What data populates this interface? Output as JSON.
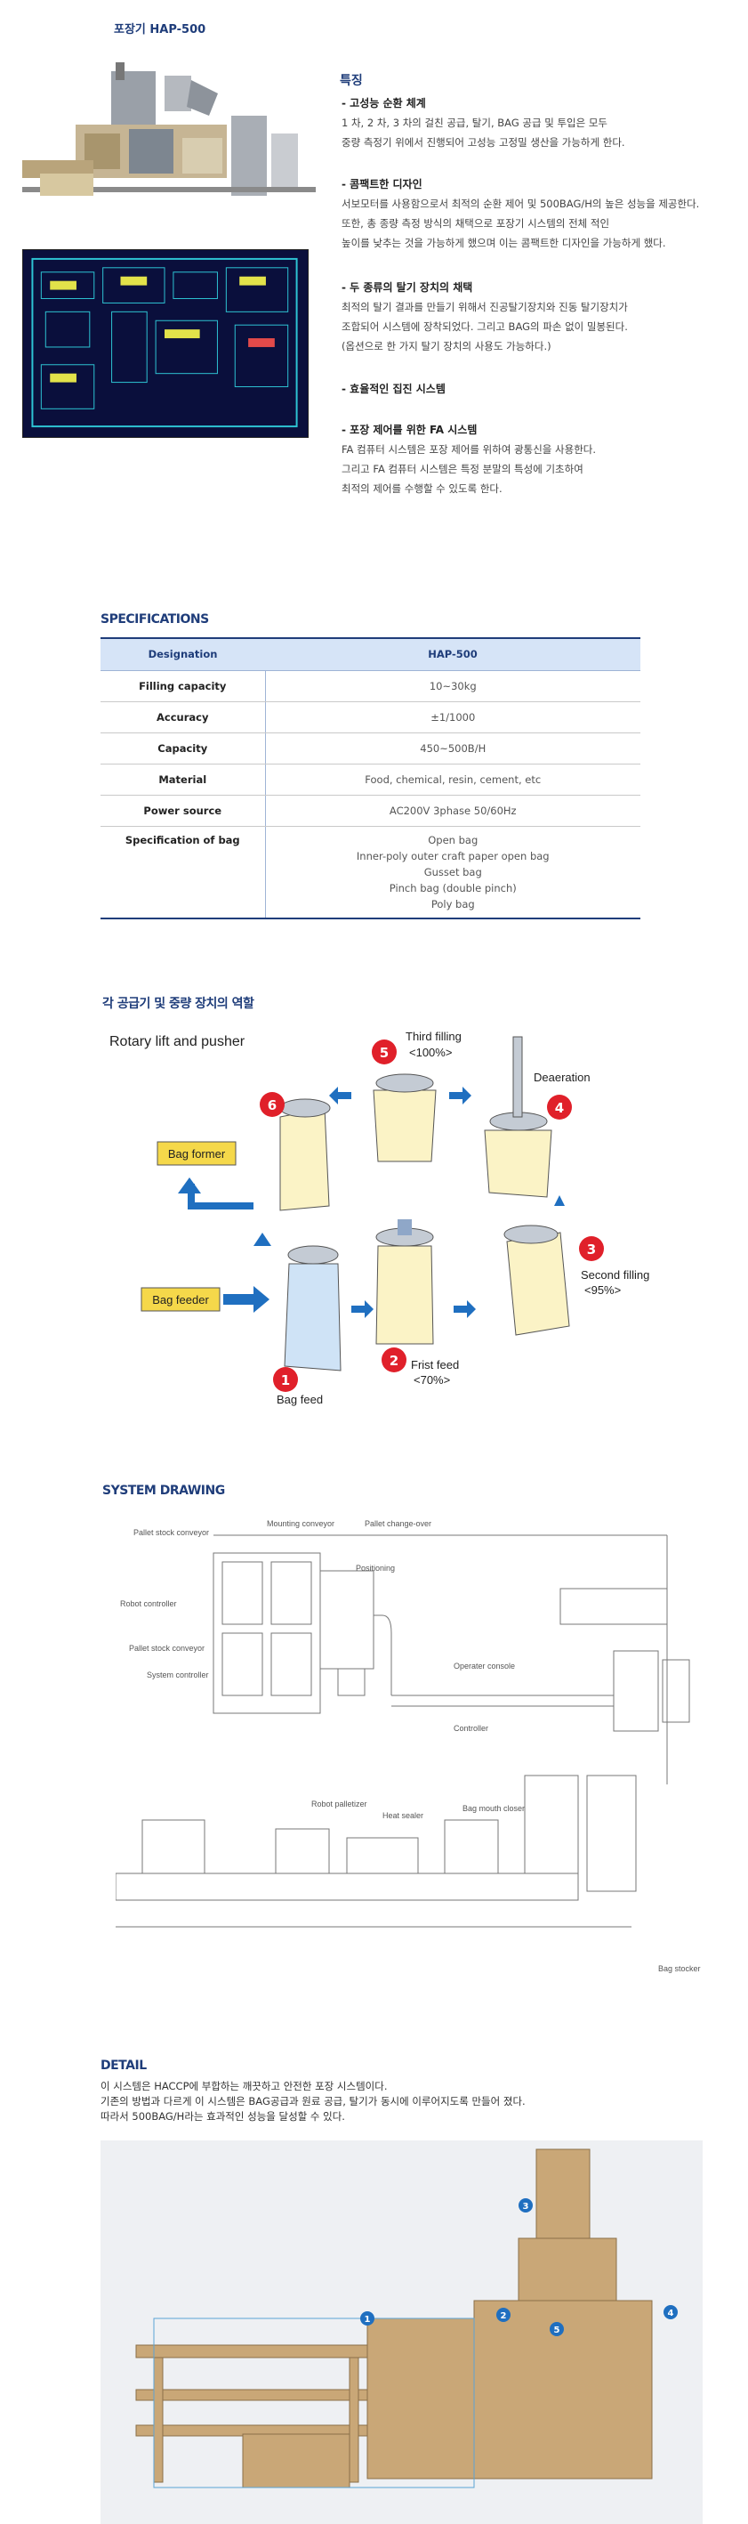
{
  "header": {
    "title": "포장기 HAP-500"
  },
  "features": {
    "title": "특징",
    "items": [
      {
        "head": "- 고성능 순환 체계",
        "lines": [
          "1 차, 2 차, 3 차의 걸친 공급, 탈기, BAG 공급 및 투입은 모두",
          "중량 측정기 위에서 진행되어 고성능 고정밀 생산을 가능하게 한다."
        ]
      },
      {
        "head": "- 콤팩트한 디자인",
        "lines": [
          "서보모터를 사용함으로서 최적의 순환 제어 및 500BAG/H의 높은 성능을 제공한다.",
          "또한, 총 종량 측정 방식의 채택으로 포장기 시스템의 전체 적인",
          "높이를 낮추는 것을 가능하게 했으며 이는 콤팩트한 디자인을 가능하게 했다."
        ]
      },
      {
        "head": "- 두 종류의 탈기 장치의 채택",
        "lines": [
          "최적의 탈기 결과를 만들기 위해서 진공탈기장치와 진동 탈기장치가",
          "조합되어 시스템에 장착되었다. 그리고 BAG의 파손 없이 밀봉된다.",
          "(옵션으로 한 가지 탈기 장치의 사용도 가능하다.)"
        ]
      },
      {
        "head": "- 효율적인 집진 시스템",
        "lines": []
      },
      {
        "head": "- 포장 제어를 위한 FA 시스템",
        "lines": [
          "FA 컴퓨터 시스템은 포장 제어를 위하여 광통신을 사용한다.",
          "그리고 FA 컴퓨터 시스템은 특정 분말의 특성에 기초하여",
          "최적의 제어를 수행할 수 있도록 한다."
        ]
      }
    ]
  },
  "specs": {
    "title": "SPECIFICATIONS",
    "header": [
      "Designation",
      "HAP-500"
    ],
    "rows": [
      [
        "Filling capacity",
        "10~30kg"
      ],
      [
        "Accuracy",
        "±1/1000"
      ],
      [
        "Capacity",
        "450~500B/H"
      ],
      [
        "Material",
        "Food, chemical, resin, cement, etc"
      ],
      [
        "Power source",
        "AC200V 3phase 50/60Hz"
      ]
    ],
    "bag_label": "Specification of bag",
    "bag_types": [
      "Open bag",
      "Inner-poly outer craft paper open bag",
      "Gusset bag",
      "Pinch bag (double pinch)",
      "Poly bag"
    ]
  },
  "roles": {
    "title": "각 공급기 및 중량 장치의 역할",
    "rotary": "Rotary lift and pusher",
    "bag_former": "Bag former",
    "bag_feeder": "Bag feeder",
    "steps": [
      {
        "num": "1",
        "label": "Bag feed",
        "sub": ""
      },
      {
        "num": "2",
        "label": "Frist feed",
        "sub": "<70%>"
      },
      {
        "num": "3",
        "label": "Second filling",
        "sub": "<95%>"
      },
      {
        "num": "4",
        "label": "Deaeration",
        "sub": ""
      },
      {
        "num": "5",
        "label": "Third filling",
        "sub": "<100%>"
      },
      {
        "num": "6",
        "label": "",
        "sub": ""
      }
    ]
  },
  "drawing": {
    "title": "SYSTEM DRAWING",
    "labels": [
      "Pallet stock conveyor",
      "Mounting conveyor",
      "Pallet change-over",
      "Positioning",
      "Robot controller",
      "Pallet stock conveyor",
      "System controller",
      "Operater console",
      "Controller",
      "Robot palletizer",
      "Heat sealer",
      "Bag mouth closer",
      "Bag stocker"
    ]
  },
  "detail": {
    "title": "DETAIL",
    "lines": [
      "이 시스템은 HACCP에 부합하는 깨끗하고 안전한 포장 시스템이다.",
      "기존의 방법과 다르게 이 시스템은 BAG공급과 원료 공급, 탈기가 동시에 이루어지도록 만들어 졌다.",
      "따라서 500BAG/H라는 효과적인 성능을 달성할 수 있다."
    ],
    "markers": [
      "1",
      "2",
      "3",
      "4",
      "5"
    ]
  },
  "colors": {
    "accent": "#1f3d7a",
    "red": "#e0202a",
    "blue": "#1f6fc0",
    "yellow": "#f5d84a"
  }
}
